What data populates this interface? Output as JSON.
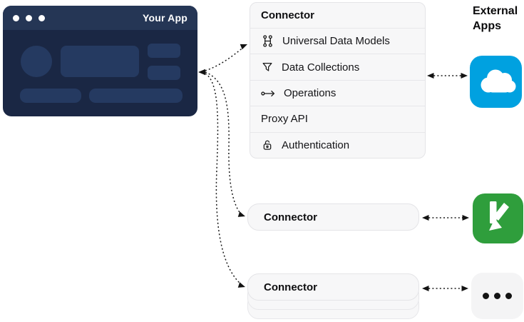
{
  "app_window": {
    "title": "Your App"
  },
  "connector_main": {
    "title": "Connector",
    "rows": [
      {
        "icon": "data-models-icon",
        "label": "Universal Data Models"
      },
      {
        "icon": "filter-icon",
        "label": "Data Collections"
      },
      {
        "icon": "operation-arrow-icon",
        "label": "Operations"
      },
      {
        "icon": "",
        "label": "Proxy API"
      },
      {
        "icon": "lock-icon",
        "label": "Authentication"
      }
    ]
  },
  "connector_2": {
    "title": "Connector"
  },
  "connector_3": {
    "title": "Connector"
  },
  "external_apps": {
    "line1": "External",
    "line2": "Apps"
  },
  "external_tiles": [
    {
      "name": "salesforce-cloud-app",
      "color": "#00A1E0"
    },
    {
      "name": "k-arrow-app",
      "color": "#2F9E3C"
    },
    {
      "name": "more-apps",
      "color": "#F4F4F5"
    }
  ],
  "colors": {
    "app_titlebar": "#253655",
    "app_body": "#1A2744",
    "app_shape": "#253A61",
    "card_bg": "#F7F7F8",
    "card_border": "#E4E4E7",
    "arrow": "#1A1A1A"
  }
}
